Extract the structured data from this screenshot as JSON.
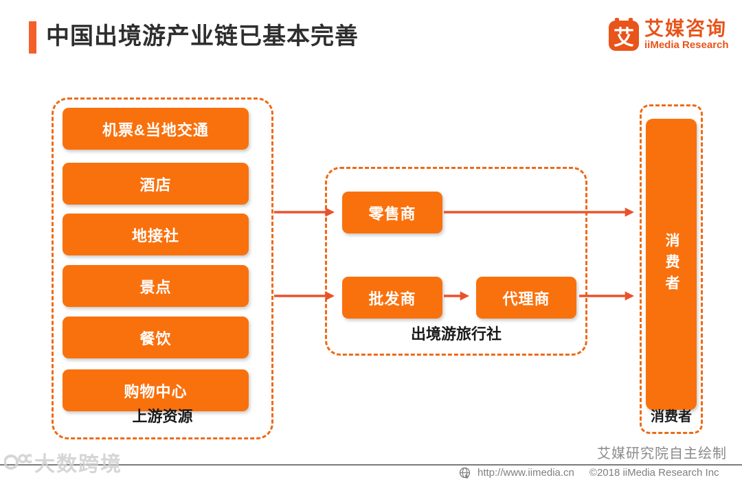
{
  "header": {
    "title": "中国出境游产业链已基本完善",
    "logo": {
      "glyph": "艾",
      "brand_cn": "艾媒咨询",
      "brand_en": "iiMedia Research"
    }
  },
  "diagram": {
    "upstream": {
      "label": "上游资源",
      "items": [
        "机票&当地交通",
        "酒店",
        "地接社",
        "景点",
        "餐饮",
        "购物中心"
      ]
    },
    "agencies": {
      "label": "出境游旅行社",
      "retailer": "零售商",
      "wholesaler": "批发商",
      "agent": "代理商"
    },
    "consumer": {
      "box": "消费者",
      "label": "消费者"
    },
    "flows": [
      "上游资源 → 零售商",
      "上游资源 → 批发商",
      "批发商 → 代理商",
      "零售商 → 消费者",
      "代理商 → 消费者"
    ],
    "source_note": "艾媒研究院自主绘制"
  },
  "footer": {
    "url": "http://www.iimedia.cn",
    "copyright": "©2018  iiMedia Research Inc",
    "watermark": "大数跨境"
  },
  "colors": {
    "node_orange": "#F9710D",
    "dash_orange": "#ED6A15",
    "arrow_orange": "#E8532B",
    "brand_orange": "#E8541A",
    "title_text": "#2E2E2E",
    "footer_gray": "#7F7F7F"
  }
}
